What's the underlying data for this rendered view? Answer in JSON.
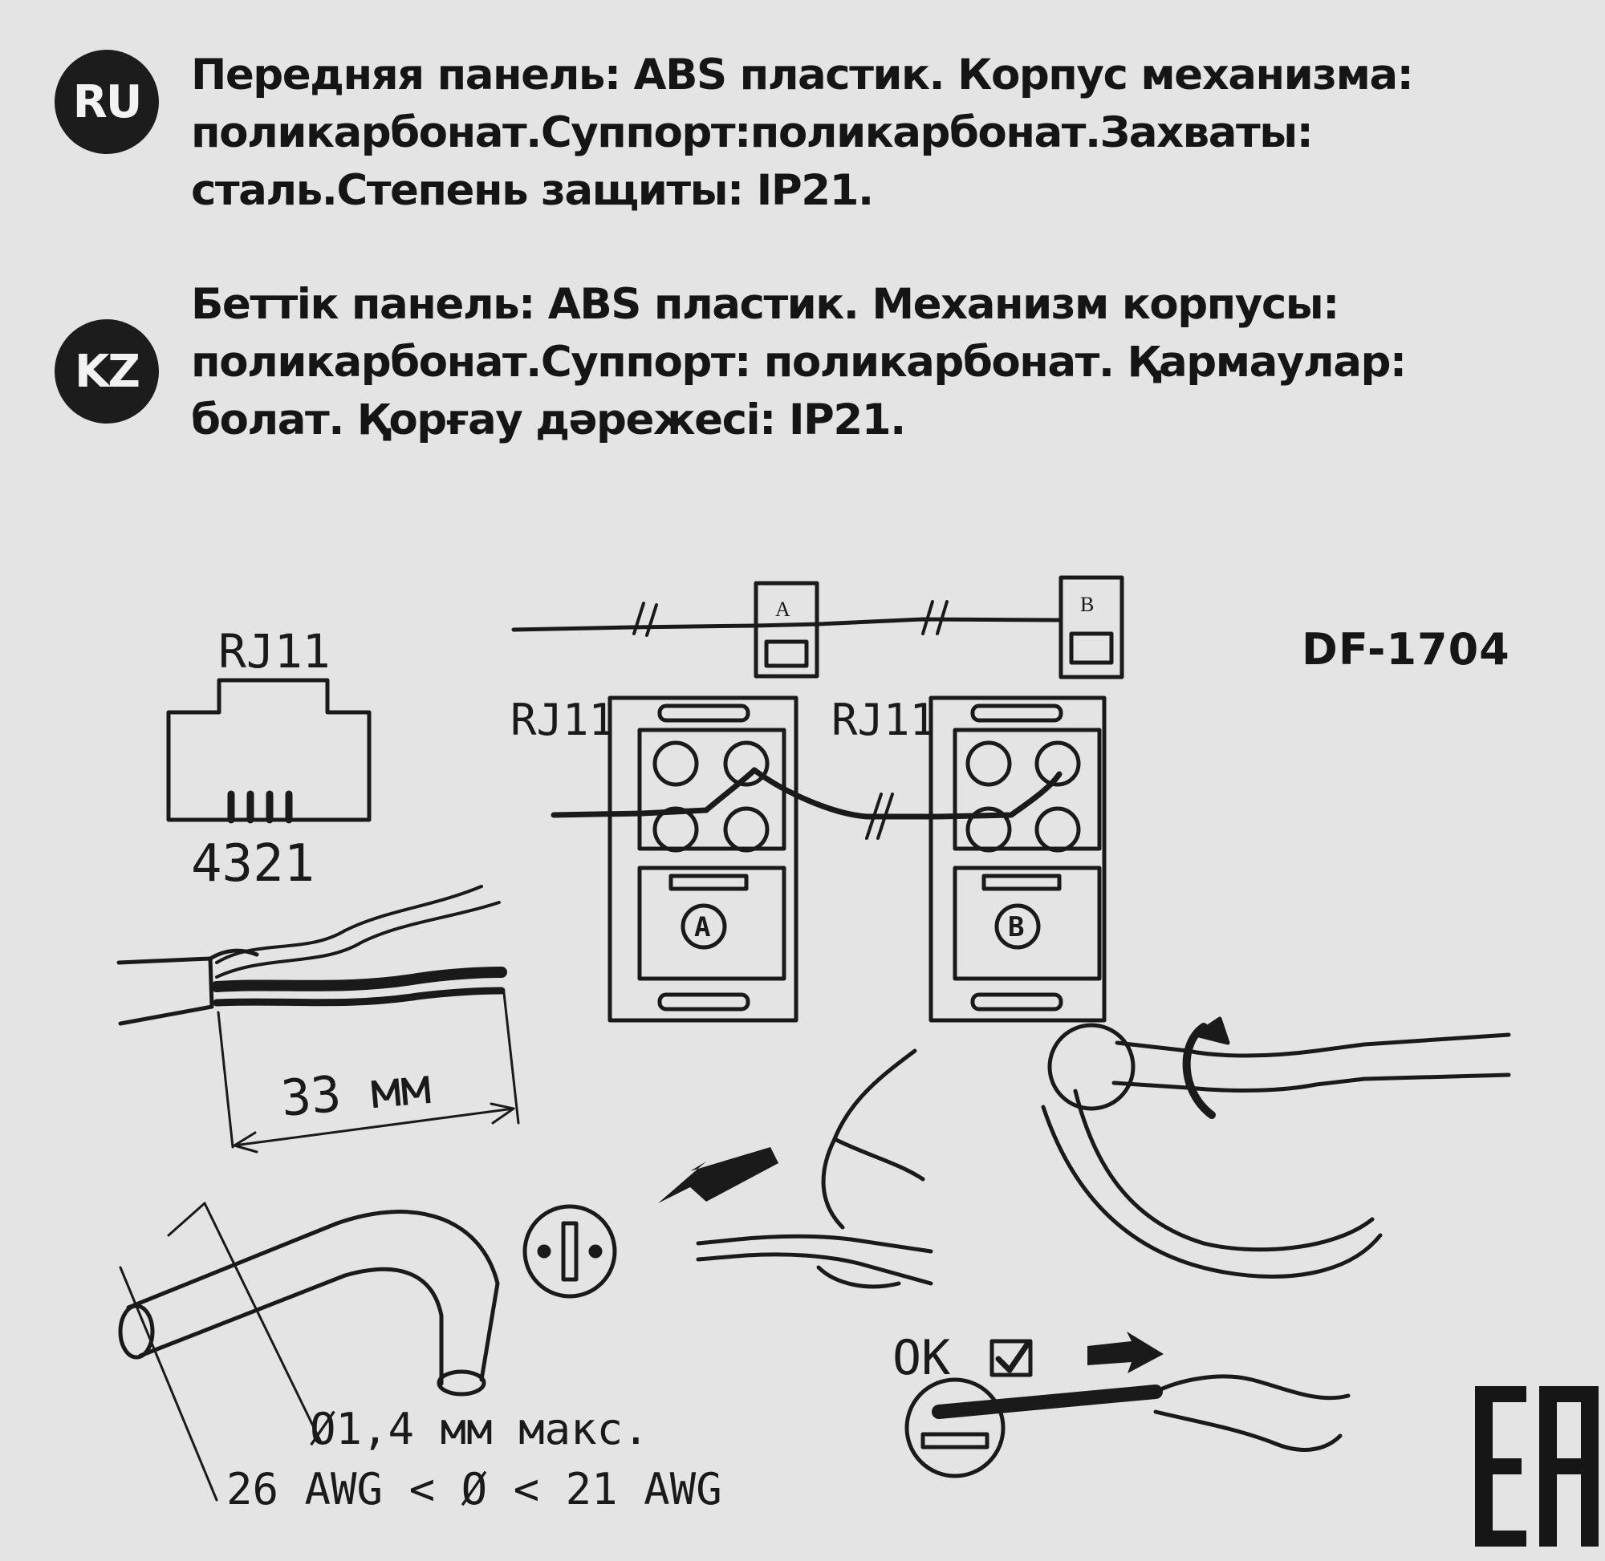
{
  "languages": [
    {
      "code": "RU",
      "lines": [
        "Передняя панель: ABS пластик. Корпус механизма:",
        "поликарбонат.Суппорт:поликарбонат.Захваты:",
        "сталь.Степень защиты: IP21."
      ]
    },
    {
      "code": "KZ",
      "lines": [
        "Беттік панель: ABS пластик. Механизм корпусы:",
        "поликарбонат.Суппорт: поликарбонат. Қармаулар:",
        "болат. Қорғау дәрежесі: IP21."
      ]
    }
  ],
  "diagram": {
    "connector_label": "RJ11",
    "pin_order": "4321",
    "strip_length": "33 мм",
    "socket_a_label": "RJ11",
    "socket_b_label": "RJ11",
    "socket_a_letter": "A",
    "socket_b_letter": "B",
    "wire_diameter": "Ø1,4 мм макс.",
    "awg_range": "26 AWG < Ø < 21 AWG",
    "ok_label": "OK"
  },
  "model": "DF-1704",
  "certification_mark": "EAC"
}
